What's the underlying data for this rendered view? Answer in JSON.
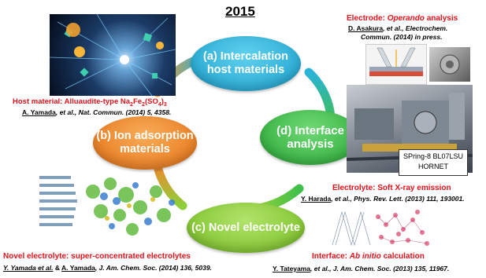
{
  "title": "2015",
  "center_nodes": {
    "a": {
      "line1": "(a) Intercalation",
      "line2": "host materials"
    },
    "b": {
      "line1": "(b) Ion adsorption",
      "line2": "materials"
    },
    "c": {
      "line1": "(c) Novel electrolyte"
    },
    "d": {
      "line1": "(d) Interface",
      "line2": "analysis"
    }
  },
  "host_material": {
    "heading_prefix": "Host material: Alluaudite-type Na",
    "sub_2": "2",
    "mid_fe": "Fe",
    "sub_fe": "2",
    "mid_so4": "(SO",
    "sub_4": "4",
    "mid_close": ")",
    "sub_3": "3",
    "ref_author": "A. Yamada",
    "ref_rest": ", et al., Nat. Commun. (2014) 5, 4358."
  },
  "electrode": {
    "heading_prefix": "Electrode: ",
    "heading_italic": "Operando",
    "heading_suffix": " analysis",
    "ref_author": "D. Asakura",
    "ref_line1_rest": ", et al., Electrochem.",
    "ref_line2": "Commun. (2014) in press."
  },
  "spring8": {
    "line1": "SPring-8 BL07LSU",
    "line2": "HORNET"
  },
  "electrolyte": {
    "heading": "Electrolyte: Soft X-ray emission",
    "ref_author": "Y. Harada",
    "ref_rest": ", et al., Phys. Rev. Lett. (2013) 111, 193001."
  },
  "novel_electrolyte": {
    "heading": "Novel electrolyte: super-concentrated electrolytes",
    "ref_author1": "Y. Yamada et al.",
    "ref_mid": " & ",
    "ref_author2": "A. Yamada",
    "ref_rest": ", J. Am. Chem. Soc. (2014) 136, 5039."
  },
  "interface": {
    "heading_prefix": "Interface: ",
    "heading_italic": "Ab initio",
    "heading_suffix": " calculation",
    "ref_author": "Y. Tateyama",
    "ref_rest": ", et al., J. Am. Chem. Soc. (2013) 135, 11967."
  },
  "colors": {
    "node_a": "#2bb3d9",
    "node_b": "#f08a2c",
    "node_c": "#8ccf3a",
    "node_d": "#3fbf4a",
    "headings": "#e3121a"
  }
}
